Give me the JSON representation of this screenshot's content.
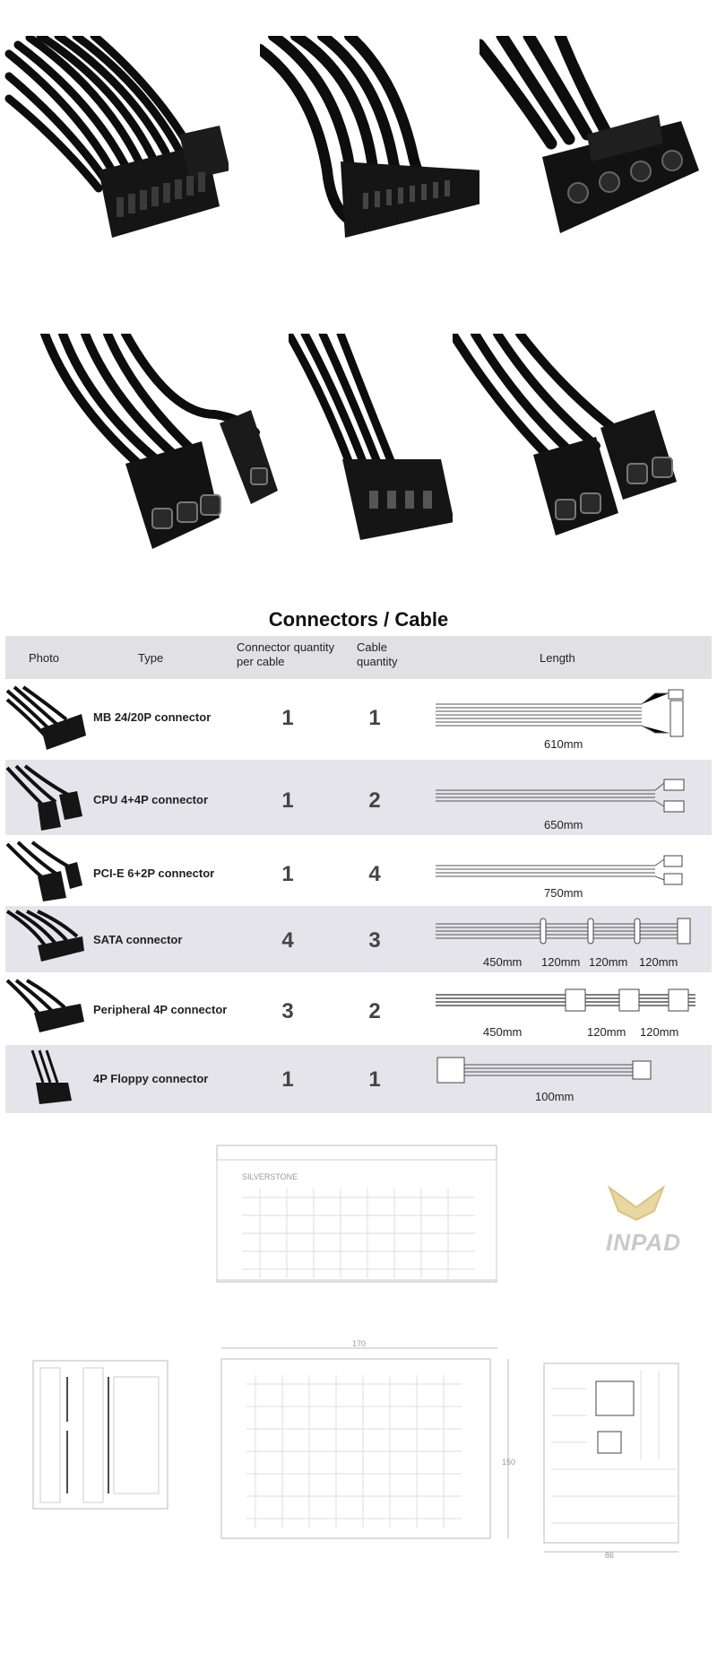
{
  "section_title": "Connectors / Cable",
  "table": {
    "headers": {
      "photo": "Photo",
      "type": "Type",
      "conn_qty_line1": "Connector quantity",
      "conn_qty_line2": "per cable",
      "cable_qty_line1": "Cable",
      "cable_qty_line2": "quantity",
      "length": "Length"
    },
    "rows": [
      {
        "type": "MB 24/20P connector",
        "connector_qty": "1",
        "cable_qty": "1",
        "lengths": [
          "610mm"
        ]
      },
      {
        "type": "CPU 4+4P connector",
        "connector_qty": "1",
        "cable_qty": "2",
        "lengths": [
          "650mm"
        ]
      },
      {
        "type": "PCI-E 6+2P connector",
        "connector_qty": "1",
        "cable_qty": "4",
        "lengths": [
          "750mm"
        ]
      },
      {
        "type": "SATA connector",
        "connector_qty": "4",
        "cable_qty": "3",
        "lengths": [
          "450mm",
          "120mm",
          "120mm",
          "120mm"
        ]
      },
      {
        "type": "Peripheral 4P connector",
        "connector_qty": "3",
        "cable_qty": "2",
        "lengths": [
          "450mm",
          "120mm",
          "120mm"
        ]
      },
      {
        "type": "4P Floppy connector",
        "connector_qty": "1",
        "cable_qty": "1",
        "lengths": [
          "100mm"
        ]
      }
    ]
  },
  "watermark": "INPAD",
  "drawing_dims": {
    "width": "170",
    "depth": "150",
    "height": "86"
  },
  "colors": {
    "table_header_bg": "#e1e1e5",
    "row_shade_bg": "#e4e4ea",
    "cable_black": "#111111"
  }
}
